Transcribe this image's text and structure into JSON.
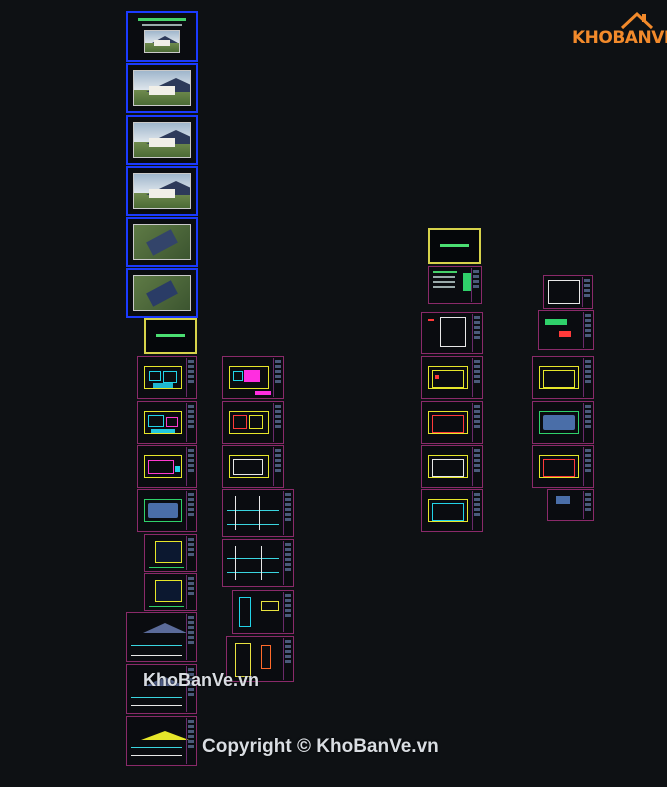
{
  "app": {
    "window_title": "",
    "logo_text": "KHOBANVE",
    "watermark_text": "KhoBanVe.vn",
    "copyright_text": "Copyright © KhoBanVe.vn"
  },
  "colors": {
    "background": "#0e1114",
    "sheet_border": "#8a2a6a",
    "blue_border": "#1b3bff",
    "cover_border": "#d6d24a",
    "brand_orange": "#f28a2b",
    "plan_cyan": "#22d3e8",
    "plan_yellow": "#e6e62a",
    "green": "#45d16a",
    "magenta": "#ff2ee0"
  },
  "icons": {
    "logo": "house-roof-icon"
  }
}
